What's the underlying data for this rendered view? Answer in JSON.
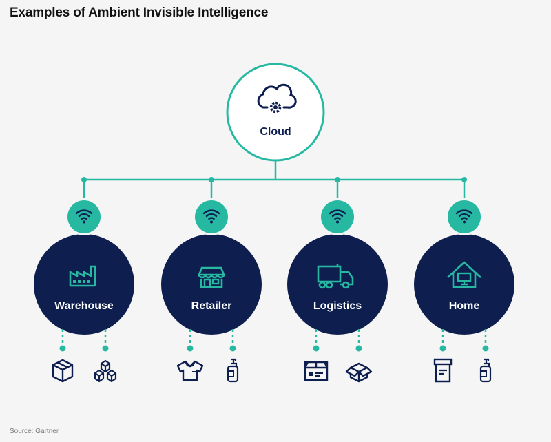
{
  "title": "Examples of Ambient Invisible Intelligence",
  "source": "Source: Gartner",
  "colors": {
    "teal": "#27b8a2",
    "navy": "#0d1e4f",
    "background": "#f5f5f5",
    "white": "#ffffff"
  },
  "root": {
    "label": "Cloud",
    "icon": "cloud-gear-icon"
  },
  "nodes": [
    {
      "label": "Warehouse",
      "icon": "factory-icon",
      "connector_icon": "wifi-icon",
      "items": [
        "package-box-icon",
        "stacked-boxes-icon"
      ]
    },
    {
      "label": "Retailer",
      "icon": "storefront-icon",
      "connector_icon": "wifi-icon",
      "items": [
        "polo-shirt-icon",
        "pump-bottle-icon"
      ]
    },
    {
      "label": "Logistics",
      "icon": "delivery-truck-icon",
      "connector_icon": "wifi-icon",
      "items": [
        "shipping-box-label-icon",
        "open-box-icon"
      ]
    },
    {
      "label": "Home",
      "icon": "smart-home-icon",
      "connector_icon": "wifi-icon",
      "items": [
        "jar-container-icon",
        "pump-bottle-icon"
      ]
    }
  ]
}
